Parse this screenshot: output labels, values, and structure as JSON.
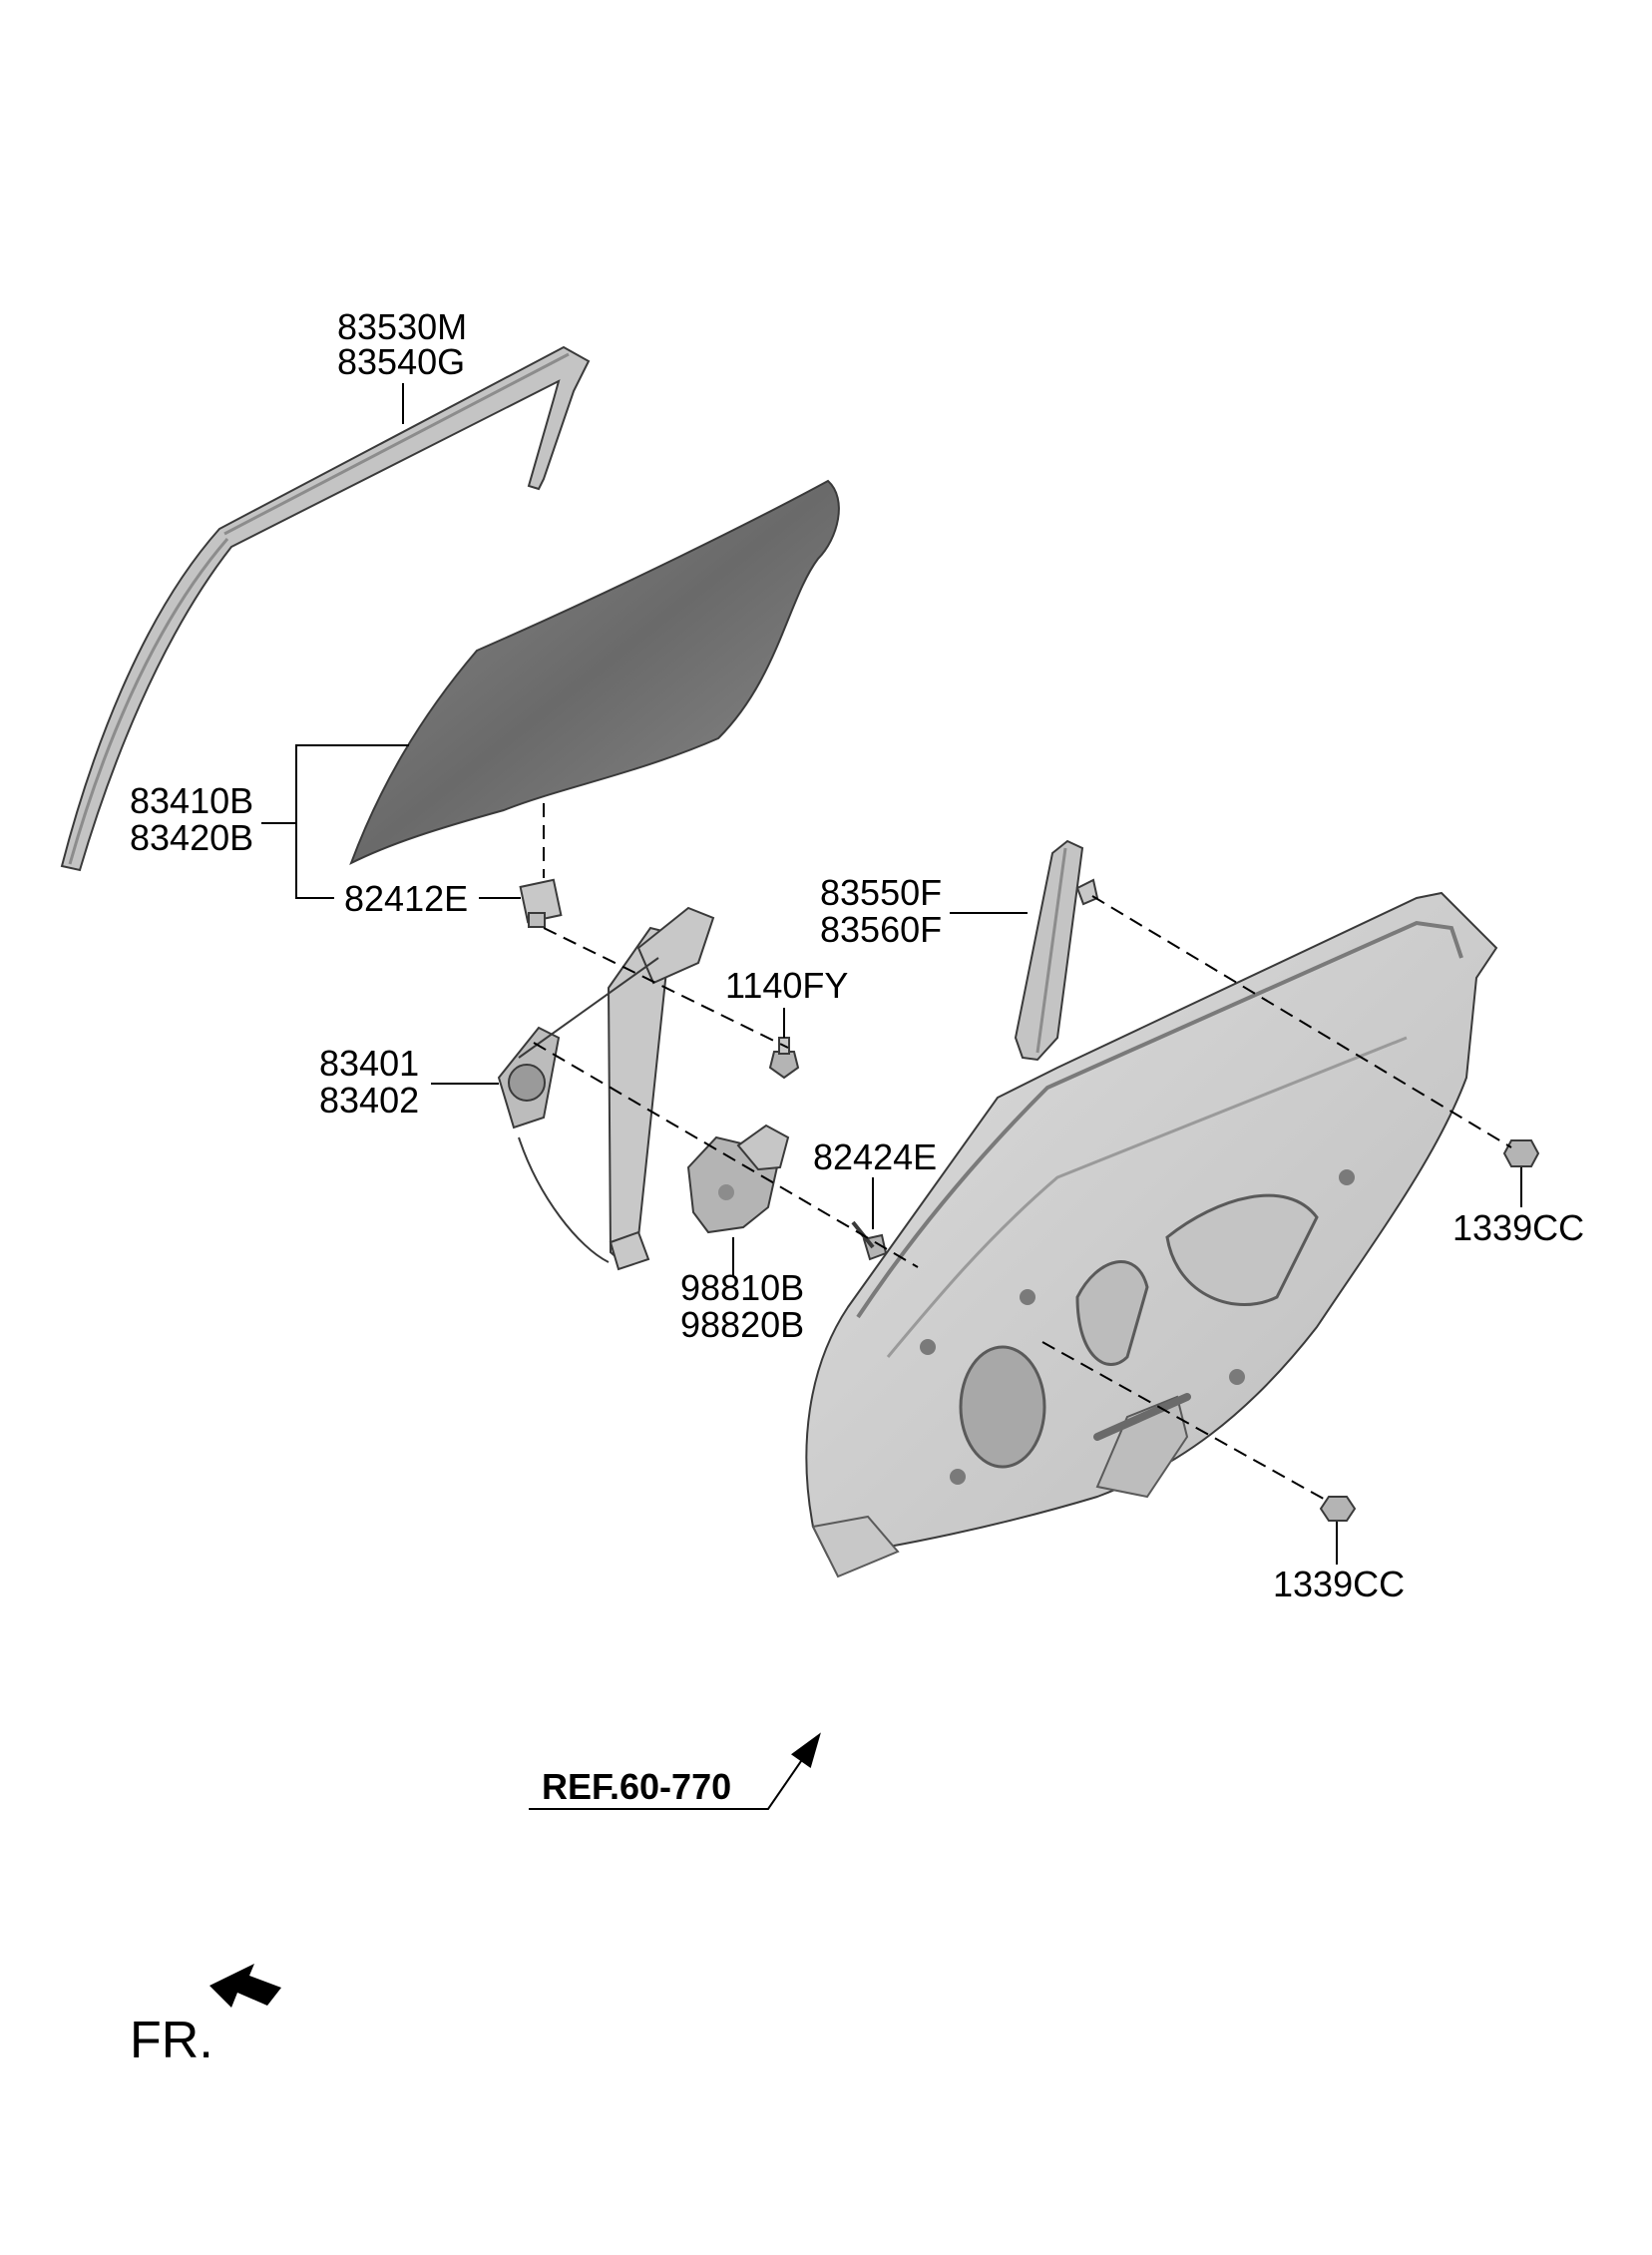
{
  "labels": {
    "channel_top": "83530M",
    "channel_bottom": "83540G",
    "glass_top": "83410B",
    "glass_bottom": "83420B",
    "glass_clip": "82412E",
    "rear_channel_top": "83550F",
    "rear_channel_bottom": "83560F",
    "bolt": "1140FY",
    "regulator_top": "83401",
    "regulator_bottom": "83402",
    "motor_bolt": "82424E",
    "motor_top": "98810B",
    "motor_bottom": "98820B",
    "nut_upper": "1339CC",
    "nut_lower": "1339CC",
    "reference": "REF.60-770",
    "front": "FR."
  },
  "colors": {
    "glass_dark": "#6e6e6e",
    "glass_light": "#9a9a9a",
    "panel_fill": "#d2d2d2",
    "panel_shade": "#b4b4b4",
    "part_fill": "#c6c6c6"
  }
}
